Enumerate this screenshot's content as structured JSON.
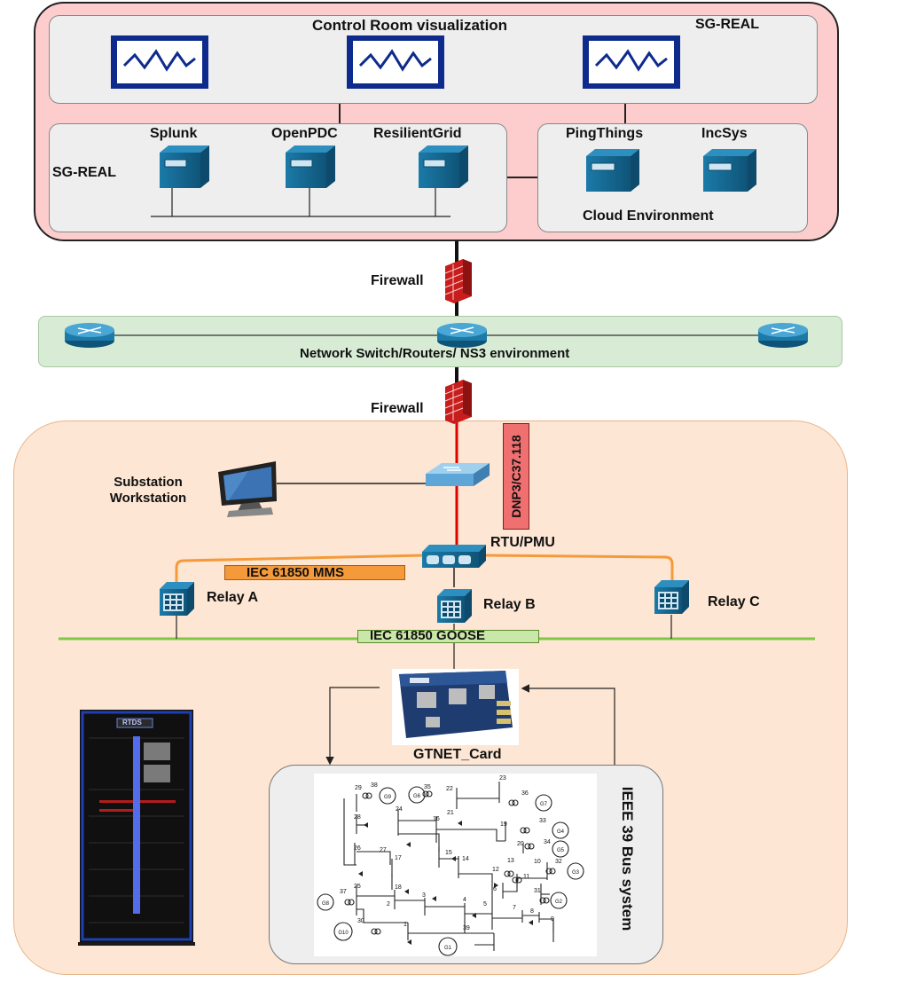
{
  "control_room": {
    "title": "Control Room visualization",
    "sg_real_top": "SG-REAL"
  },
  "sg_real_servers": {
    "label": "SG-REAL",
    "servers": [
      "Splunk",
      "OpenPDC",
      "ResilientGrid"
    ]
  },
  "cloud": {
    "servers": [
      "PingThings",
      "IncSys"
    ],
    "label": "Cloud Environment"
  },
  "firewall_top": "Firewall",
  "network": {
    "label": "Network Switch/Routers/ NS3 environment"
  },
  "firewall_bottom": "Firewall",
  "substation": {
    "workstation": "Substation Workstation",
    "protocol_tag": "DNP3/C37.118",
    "rtu_pmu": "RTU/PMU",
    "mms_label": "IEC 61850  MMS",
    "goose_label": "IEC 61850  GOOSE",
    "relays": [
      "Relay A",
      "Relay B",
      "Relay C"
    ],
    "gtnet": "GTNET_Card",
    "rtds_brand": "RTDS",
    "bus_system_title": "IEEE 39 Bus system"
  },
  "bus_diagram": {
    "bus_numbers": [
      "1",
      "2",
      "3",
      "4",
      "5",
      "6",
      "7",
      "8",
      "9",
      "10",
      "11",
      "12",
      "13",
      "14",
      "15",
      "16",
      "17",
      "18",
      "19",
      "20",
      "21",
      "22",
      "23",
      "24",
      "25",
      "26",
      "27",
      "28",
      "29",
      "30",
      "31",
      "32",
      "33",
      "34",
      "35",
      "36",
      "37",
      "38",
      "39"
    ],
    "generators": [
      "G1",
      "G2",
      "G3",
      "G4",
      "G5",
      "G6",
      "G7",
      "G8",
      "G9",
      "G10"
    ]
  },
  "colors": {
    "outer_top_fill": "#fdcdcd",
    "outer_bottom_fill": "#fde6d3",
    "network_fill": "#d8ecd5",
    "monitor_frame": "#0d2a8c",
    "server_blue": "#1a6e9a",
    "mms_orange": "#f59a3a",
    "goose_green": "#7ec844",
    "dnp3_red": "#f07070",
    "link_red": "#e00000",
    "firewall_red": "#c81d1d"
  }
}
